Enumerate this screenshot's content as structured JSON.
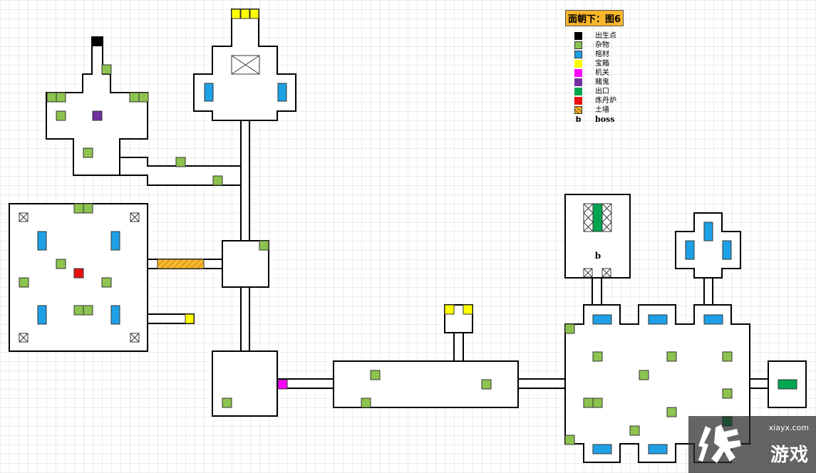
{
  "legend": {
    "title": "面朝下：图6",
    "items": [
      {
        "key": "spawn",
        "label": "出生点",
        "color": "#000000"
      },
      {
        "key": "misc",
        "label": "杂物",
        "color": "#8dc34f"
      },
      {
        "key": "coffin",
        "label": "棺材",
        "color": "#1ea0e6"
      },
      {
        "key": "chest",
        "label": "宝箱",
        "color": "#ffff00"
      },
      {
        "key": "switch",
        "label": "机关",
        "color": "#ff00ff"
      },
      {
        "key": "ghost",
        "label": "赌鬼",
        "color": "#7030a0"
      },
      {
        "key": "exit",
        "label": "出口",
        "color": "#00a550"
      },
      {
        "key": "furnace",
        "label": "炼丹炉",
        "color": "#e81010"
      },
      {
        "key": "earthwall",
        "label": "土墙",
        "color": "#f8b62b"
      },
      {
        "key": "boss",
        "label": "boss",
        "symbol": "b"
      }
    ]
  },
  "map": {
    "boss_marker": "b"
  },
  "watermark": {
    "url": "xiayx.com",
    "name": "游戏"
  }
}
